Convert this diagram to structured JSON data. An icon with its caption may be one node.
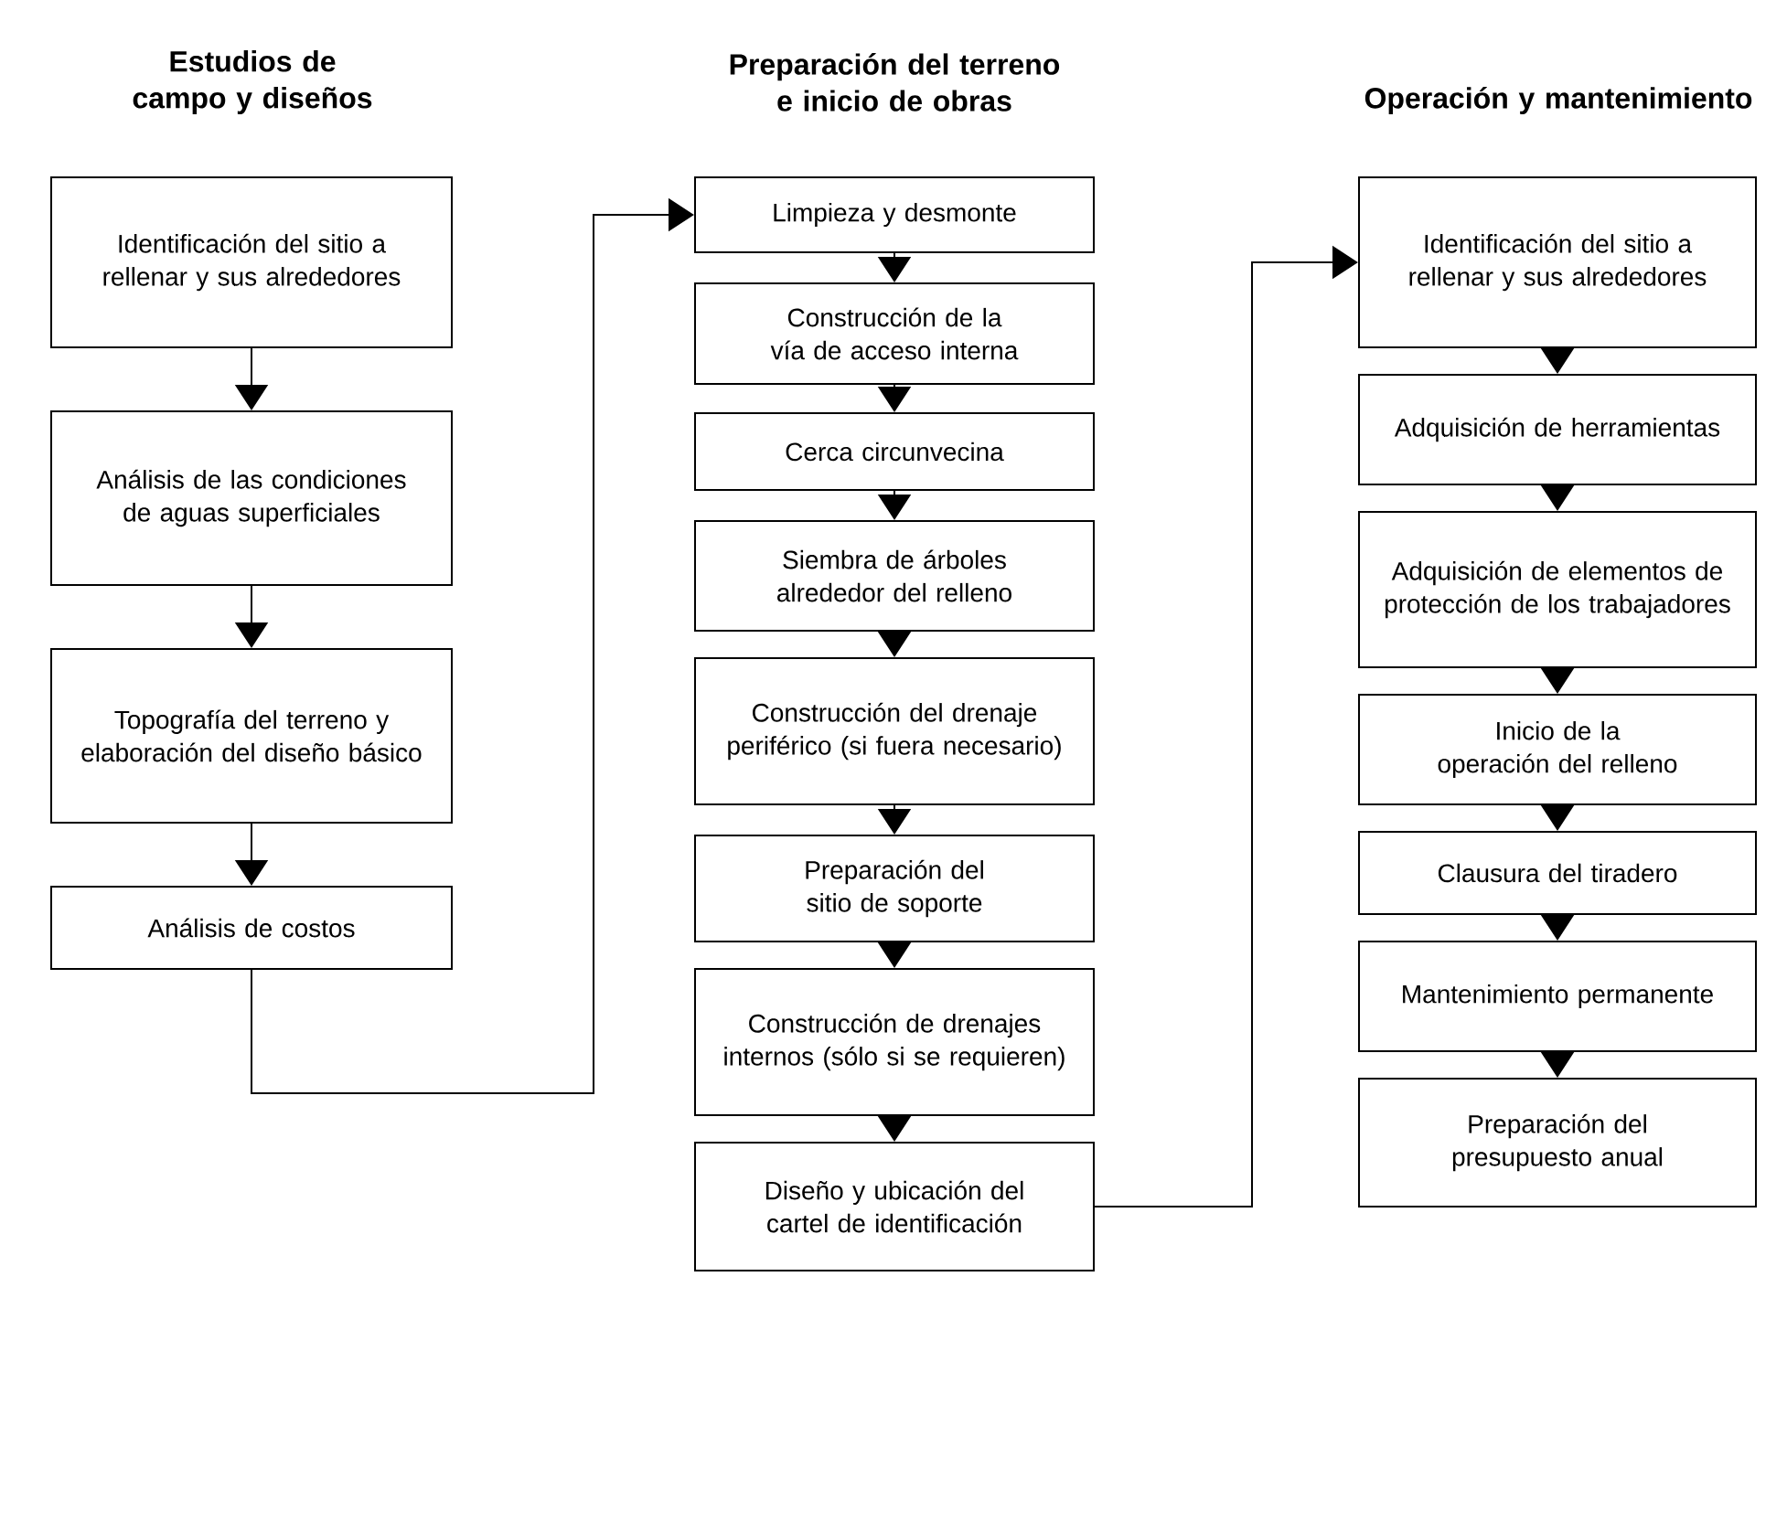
{
  "diagram": {
    "nodes": [
      {
        "text": [
          "Identificación del sitio a rellenar y sus alrededores"
        ]
      },
      {
        "text": [
          "Análisis de las condiciones de aguas superficiales"
        ]
      },
      {
        "text": [
          "Topografía del terreno y elaboración del diseño básico"
        ]
      },
      {
        "text": [
          "Análisis de costos"
        ]
      },
      {
        "text": [
          "Limpieza y desmonte"
        ]
      },
      {
        "text": [
          "Construcción de la vía de acceso interna"
        ]
      },
      {
        "text": [
          "Cerca circunvecina"
        ]
      },
      {
        "text": [
          "Siembra de árboles alrededor del relleno"
        ]
      },
      {
        "text": [
          "Construcción del drenaje periférico (si fuera necesario)"
        ]
      },
      {
        "text": [
          "Preparación del sitio de soporte"
        ]
      },
      {
        "text": [
          "Construcción de drenajes internos (sólo si se requieren)"
        ]
      },
      {
        "text": [
          "Diseño y ubicación del cartel de identificación"
        ]
      },
      {
        "text": [
          "Identificación del sitio a rellenar y sus alrededores"
        ]
      },
      {
        "text": [
          "Adquisición de herramientas"
        ]
      },
      {
        "text": [
          "Adquisición de elementos de protección de los trabajadores"
        ]
      },
      {
        "text": [
          "Inicio de la operación del relleno"
        ]
      },
      {
        "text": [
          "Clausura del tiradero"
        ]
      },
      {
        "text": [
          "Mantenimiento permanente"
        ]
      },
      {
        "text": [
          "Preparación del presupuesto anual"
        ]
      }
    ],
    "edges": [
      {
        "from": 0,
        "to": 1,
        "arrow": "to"
      },
      {
        "from": 1,
        "to": 2,
        "arrow": "to"
      },
      {
        "from": 2,
        "to": 3,
        "arrow": "to"
      },
      {
        "from": 3,
        "to": 4,
        "arrow": "to"
      },
      {
        "from": 4,
        "to": 5,
        "arrow": "to"
      },
      {
        "from": 5,
        "to": 6,
        "arrow": "to"
      },
      {
        "from": 6,
        "to": 7,
        "arrow": "to"
      },
      {
        "from": 7,
        "to": 8,
        "arrow": "to"
      },
      {
        "from": 8,
        "to": 9,
        "arrow": "to"
      },
      {
        "from": 9,
        "to": 10,
        "arrow": "to"
      },
      {
        "from": 10,
        "to": 11,
        "arrow": "to"
      },
      {
        "from": 11,
        "to": 12,
        "arrow": "to"
      },
      {
        "from": 12,
        "to": 13,
        "arrow": "to"
      },
      {
        "from": 13,
        "to": 14,
        "arrow": "to"
      },
      {
        "from": 14,
        "to": 15,
        "arrow": "to"
      },
      {
        "from": 15,
        "to": 16,
        "arrow": "to"
      },
      {
        "from": 16,
        "to": 17,
        "arrow": "to"
      },
      {
        "from": 17,
        "to": 18,
        "arrow": "to"
      }
    ],
    "labels": [
      "Estudios de campo y diseños",
      "Preparación del terreno e inicio de obras",
      "Operación y mantenimiento"
    ]
  }
}
